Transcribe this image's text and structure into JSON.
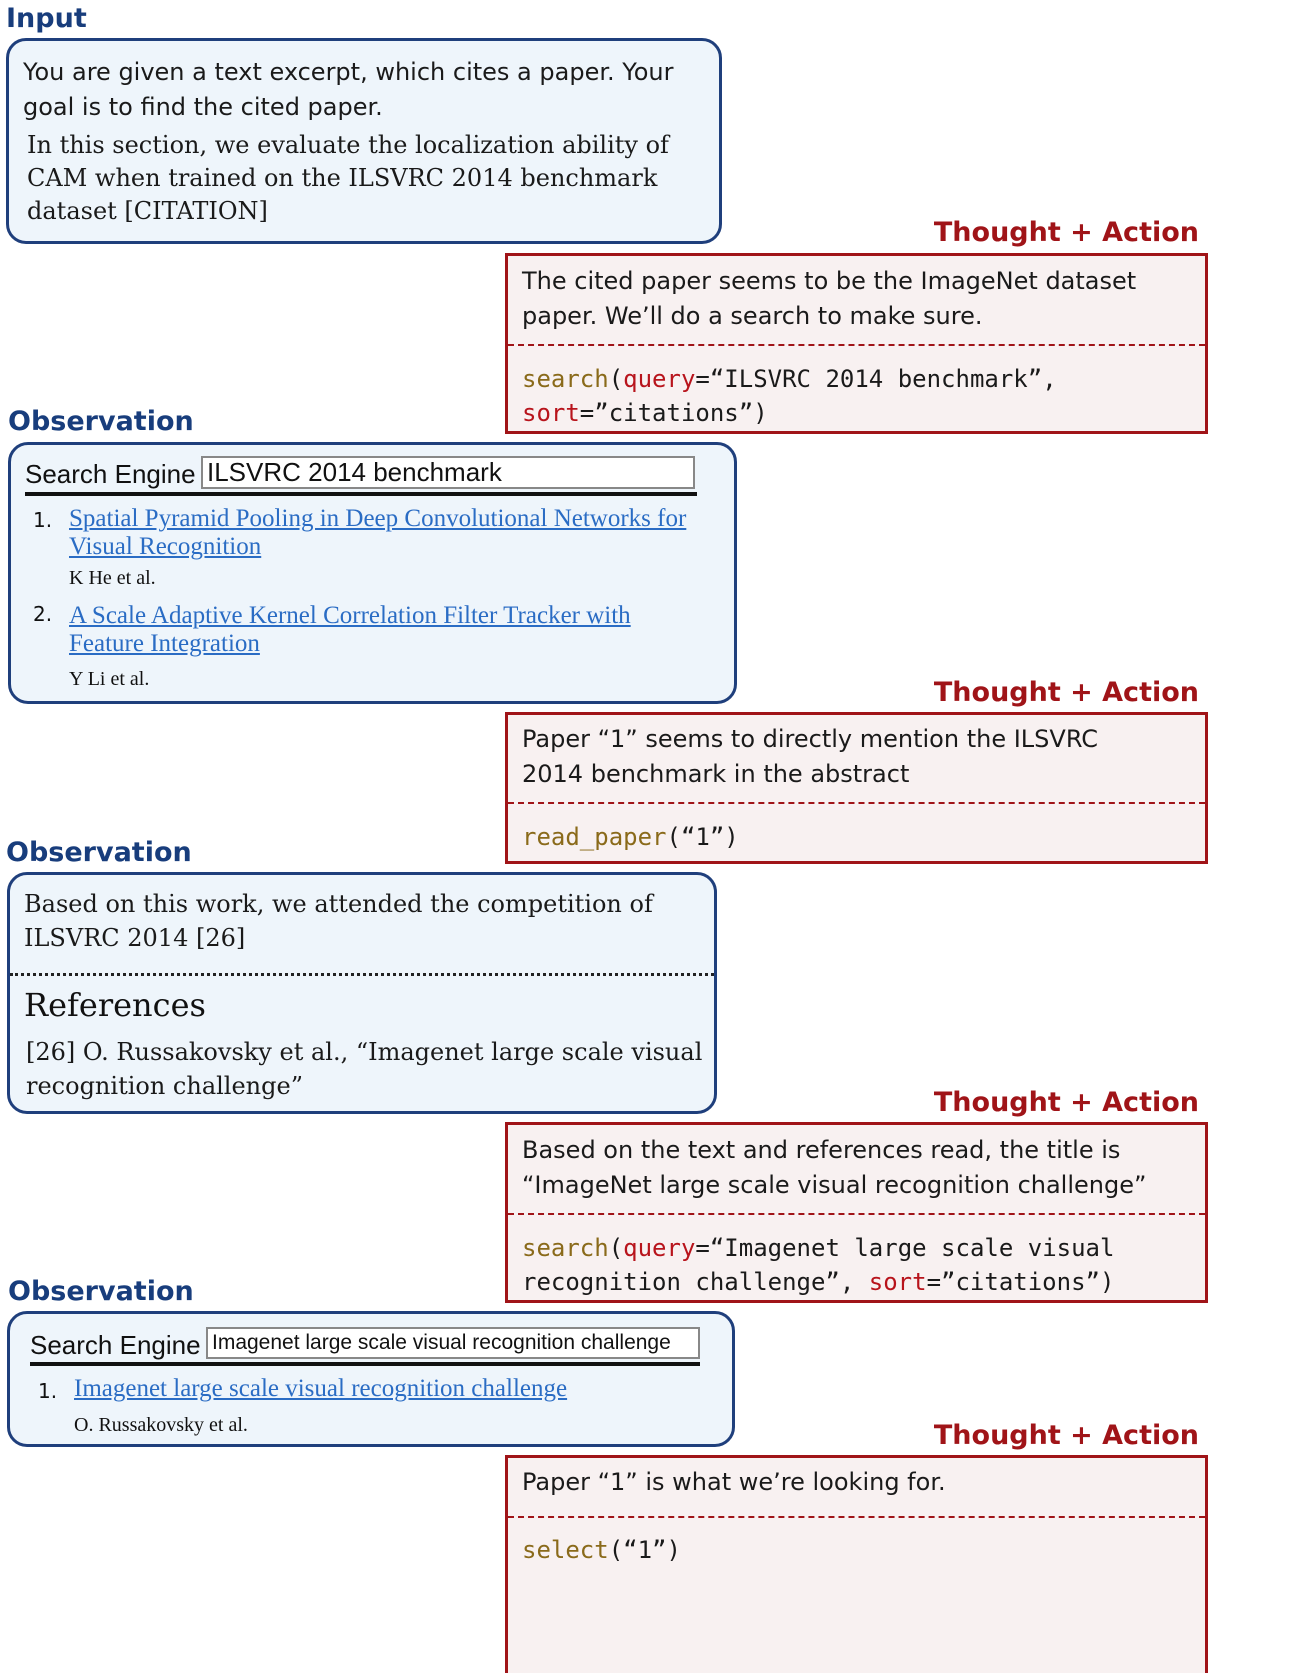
{
  "input": {
    "label": "Input",
    "instruction": "You are given a text excerpt, which cites a paper. Your goal is to find the cited paper.",
    "excerpt": "In this section, we evaluate the localization ability of CAM when trained on the ILSVRC 2014 benchmark dataset [CITATION]"
  },
  "steps": [
    {
      "label": "Thought + Action",
      "thought": "The cited paper seems to be the ImageNet dataset paper. We’ll do a search to make sure.",
      "action": {
        "fn": "search",
        "paren_open": "(",
        "arg1_key": "query",
        "arg1_value_line1": "=“ILSVRC 2014 benchmark”,",
        "arg2_key": "sort",
        "arg2_value": "=”citations”)"
      }
    },
    {
      "label": "Thought + Action",
      "thought": "Paper “1” seems to directly mention the ILSVRC 2014 benchmark in the abstract",
      "action": {
        "fn": "read_paper",
        "rest": "(“1”)"
      }
    },
    {
      "label": "Thought + Action",
      "thought": "Based on the text and references read, the title is “ImageNet large scale visual recognition challenge”",
      "action": {
        "fn": "search",
        "paren_open": "(",
        "arg1_key": "query",
        "arg1_value_line1": "=“Imagenet large scale visual",
        "line2_text": "recognition challenge”, ",
        "arg2_key": "sort",
        "arg2_value": "=”citations”)"
      }
    },
    {
      "label": "Thought + Action",
      "thought": "Paper “1” is what we’re looking for.",
      "action": {
        "fn": "select",
        "rest": "(“1”)"
      }
    }
  ],
  "observations": [
    {
      "label": "Observation",
      "engine_label": "Search Engine",
      "query": "ILSVRC 2014 benchmark",
      "results": [
        {
          "num": "1.",
          "title": "Spatial Pyramid Pooling in Deep Convolutional Networks for Visual Recognition",
          "authors": "K He et al."
        },
        {
          "num": "2.",
          "title": "A Scale Adaptive Kernel Correlation Filter Tracker with Feature Integration",
          "authors": "Y Li et al."
        }
      ]
    },
    {
      "label": "Observation",
      "text": "Based on this work, we  attended the competition of ILSVRC 2014 [26]",
      "references_title": "References",
      "reference": "[26] O. Russakovsky et al., “Imagenet large scale visual recognition challenge”"
    },
    {
      "label": "Observation",
      "engine_label": "Search Engine",
      "query": "Imagenet large scale visual recognition challenge",
      "results": [
        {
          "num": "1.",
          "title": "Imagenet large scale visual recognition challenge",
          "authors": "O. Russakovsky et al."
        }
      ]
    }
  ],
  "colors": {
    "blue_border": "#1f3f7c",
    "blue_fill": "#eef5fb",
    "red_border": "#a01418",
    "red_fill": "#f8f1f1",
    "link": "#2a6cc4",
    "code_fn": "#8a6a1a",
    "code_kw": "#b8141c"
  }
}
